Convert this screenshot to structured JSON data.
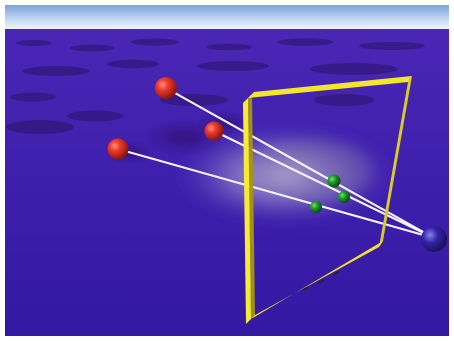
{
  "scene": {
    "colors": {
      "sky": "#9fc3ea",
      "floor": "#4a22b6",
      "floor_dark": "#2d136f",
      "highlight": "#c9bfe8",
      "frame": "#e7dc2f",
      "frame_shadow": "#9c8f10",
      "sphere_red": "#e52d1f",
      "sphere_green": "#1c8d1e",
      "sphere_blue": "#3323a7",
      "ray": "#f2f2ff"
    },
    "objects": [
      "yellow-square-frame",
      "red-spheres",
      "green-intersection-points",
      "blue-eye-sphere",
      "white-projection-rays"
    ]
  }
}
